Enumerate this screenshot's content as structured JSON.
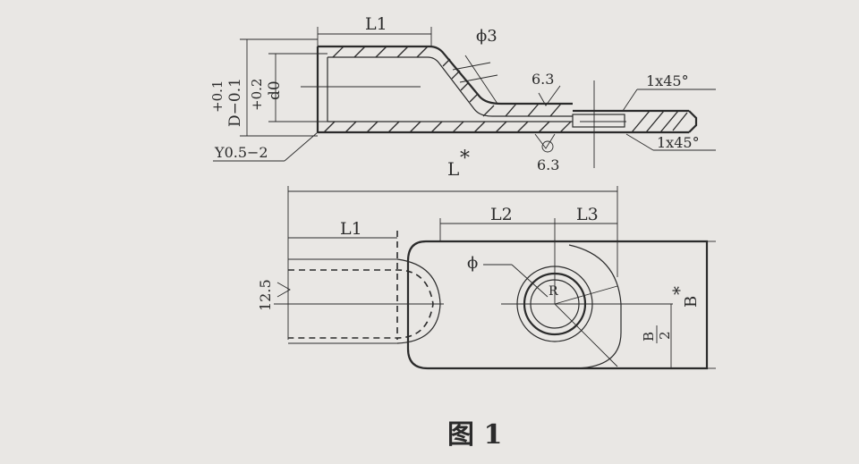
{
  "top_view": {
    "tol_outer_top": "+0.1",
    "tol_outer_dim": "D−0.1",
    "tol_inner_top": "+0.2",
    "tol_inner_dim": "d0",
    "label_L1": "L1",
    "label_phi3": "ϕ3",
    "label_63_top": "6.3",
    "label_63_bottom": "6.3",
    "label_chamfer_top": "1x45°",
    "label_chamfer_bottom": "1x45°",
    "label_Y": "Y0.5−2",
    "label_L": "L",
    "label_L_star": "*"
  },
  "plan_view": {
    "label_L1": "L1",
    "label_L2": "L2",
    "label_L3": "L3",
    "label_phi": "ϕ",
    "label_R": "R",
    "label_125": "12.5",
    "label_B": "B",
    "label_B_star": "*",
    "label_B_half_num": "B",
    "label_B_half_den": "2"
  },
  "caption": "图 1"
}
